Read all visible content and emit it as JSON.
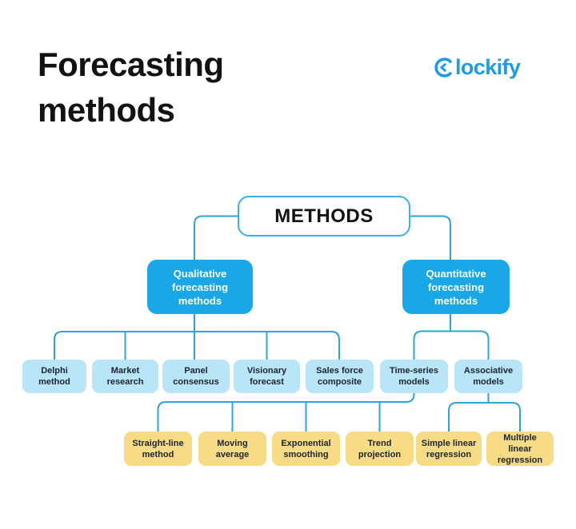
{
  "page": {
    "title": "Forecasting methods"
  },
  "logo": {
    "name": "Clockify",
    "text_rest": "lockify"
  },
  "colors": {
    "accent_blue": "#19a7e8",
    "wire_blue": "#2ba4da",
    "light_blue_fill": "#b9e5f8",
    "yellow_fill": "#f8db85",
    "dark_text": "#1a2433",
    "logo_blue": "#1c9ce4"
  },
  "diagram": {
    "root": {
      "label": "METHODS"
    },
    "branches": [
      {
        "label": "Qualitative forecasting methods"
      },
      {
        "label": "Quantitative forecasting methods"
      }
    ],
    "qualitative_children": [
      "Delphi method",
      "Market research",
      "Panel consensus",
      "Visionary forecast",
      "Sales force composite"
    ],
    "quantitative_children": [
      "Time-series models",
      "Associative models"
    ],
    "time_series_children": [
      "Straight-line method",
      "Moving average",
      "Exponential smoothing",
      "Trend projection"
    ],
    "associative_children": [
      "Simple linear regression",
      "Multiple linear regression"
    ]
  }
}
